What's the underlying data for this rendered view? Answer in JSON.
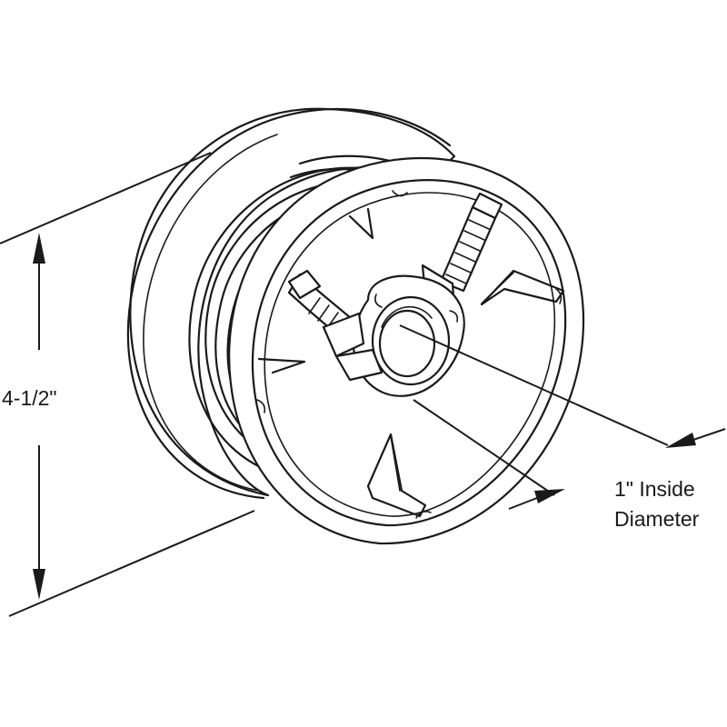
{
  "dimensions": {
    "height_label": "4-1/2\"",
    "diameter_label_line1": "1\" Inside",
    "diameter_label_line2": "Diameter"
  },
  "colors": {
    "line": "#1a1a1a",
    "background": "#ffffff"
  }
}
